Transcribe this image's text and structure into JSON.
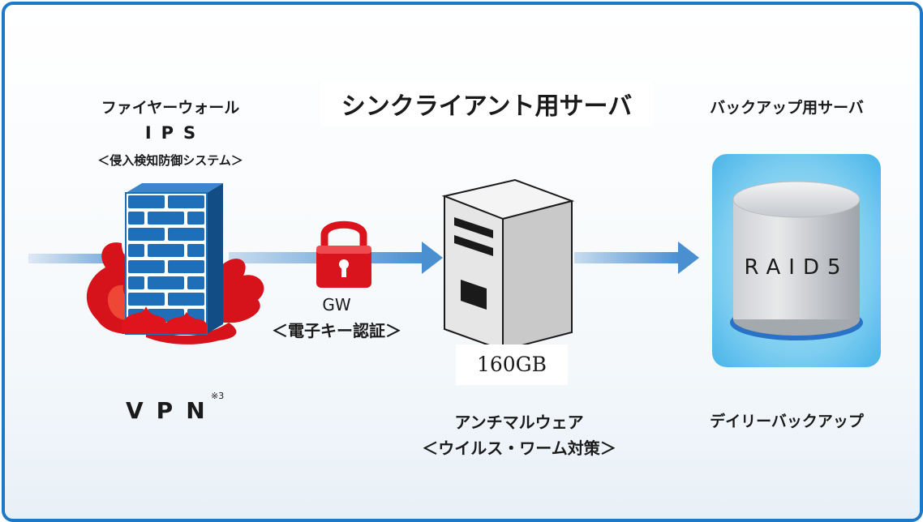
{
  "firewall": {
    "title": "ファイヤーウォール",
    "ips": "IPS",
    "subtitle": "＜侵入検知防御システム＞",
    "vpn": "VPN",
    "vpn_note": "※3"
  },
  "gateway": {
    "label": "GW",
    "subtitle": "＜電子キー認証＞"
  },
  "thin_client_server": {
    "title": "シンクライアント用サーバ",
    "capacity": "160GB",
    "antimalware": "アンチマルウェア",
    "antimalware_sub": "＜ウイルス・ワーム対策＞"
  },
  "backup_server": {
    "title": "バックアップ用サーバ",
    "raid": "RAID5",
    "daily": "デイリーバックアップ"
  },
  "colors": {
    "frame": "#1e78c8",
    "arrow": "#4a8fd0",
    "brick": "#1f6fb8",
    "flame": "#d6131b",
    "lock": "#d9141c",
    "raid_panel": "#4fb8ea"
  },
  "icons": [
    "firewall-icon",
    "flame-icon",
    "lock-icon",
    "server-icon",
    "raid-icon",
    "arrow-icon"
  ]
}
